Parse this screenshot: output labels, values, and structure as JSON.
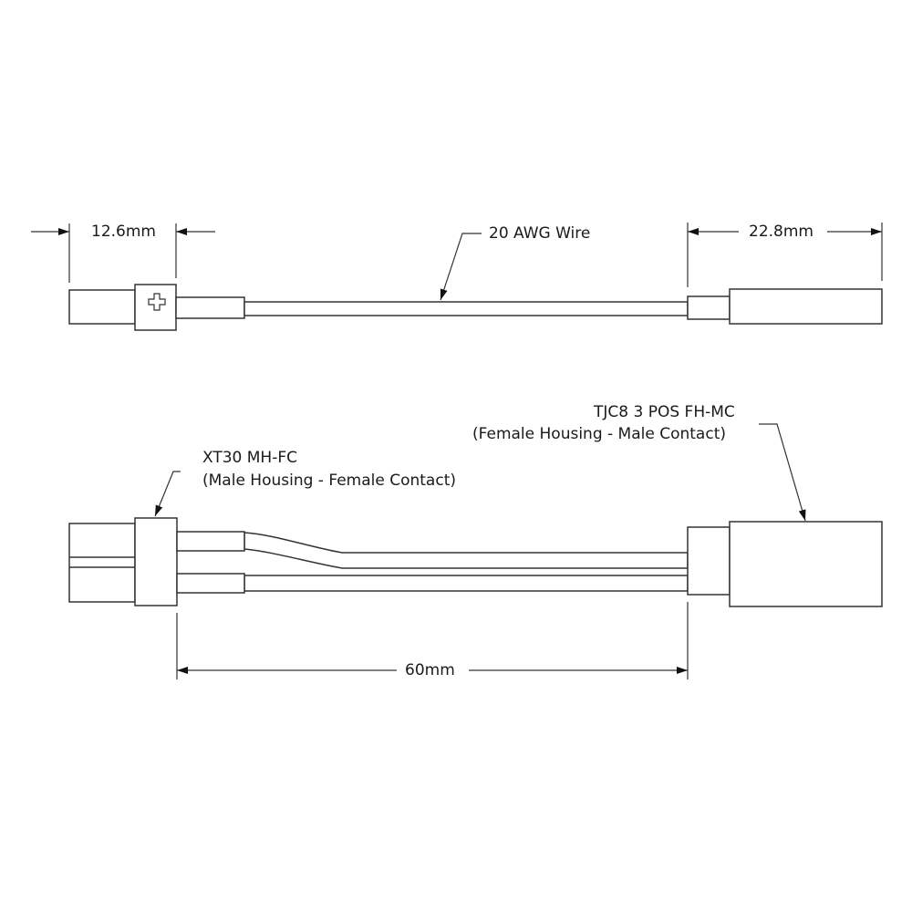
{
  "labels": {
    "dim_left": "12.6mm",
    "wire": "20 AWG Wire",
    "dim_right": "22.8mm",
    "right_connector_line1": "TJC8 3 POS FH-MC",
    "right_connector_line2": "(Female Housing - Male Contact)",
    "left_connector_line1": "XT30 MH-FC",
    "left_connector_line2": "(Male Housing - Female Contact)",
    "dim_length": "60mm"
  },
  "colors": {
    "line": "#333333",
    "background": "#ffffff"
  }
}
